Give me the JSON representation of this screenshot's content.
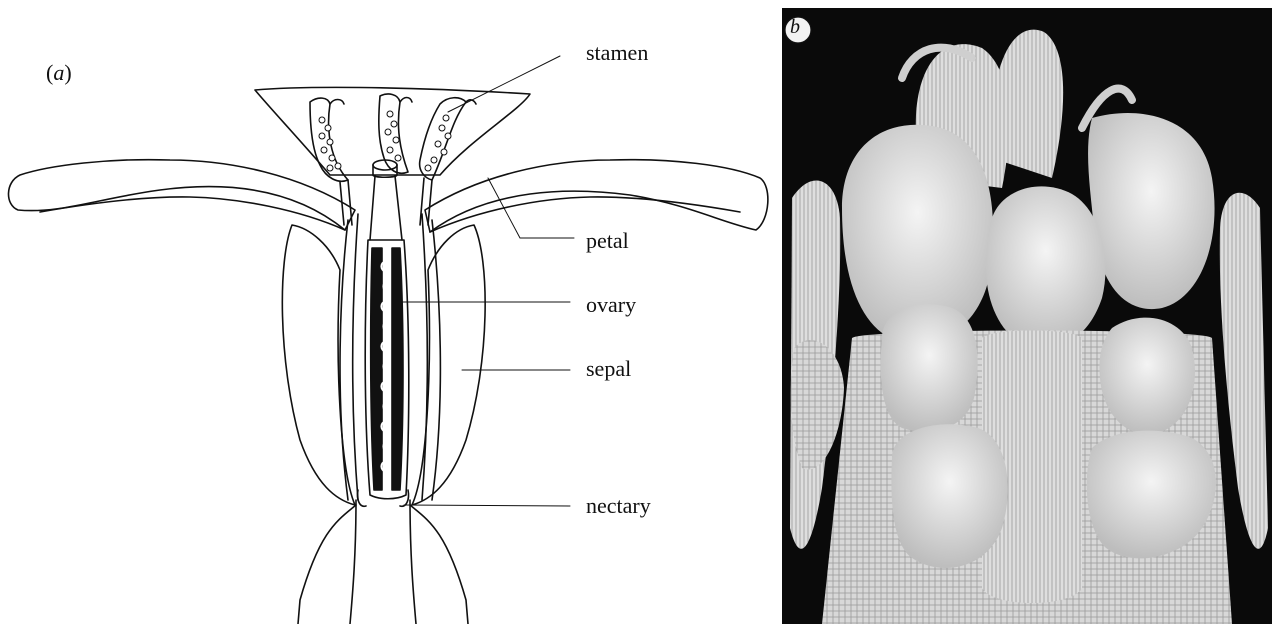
{
  "panel_a": {
    "tag_open": "(",
    "tag_letter": "a",
    "tag_close": ")",
    "labels": {
      "stamen": "stamen",
      "petal": "petal",
      "ovary": "ovary",
      "sepal": "sepal",
      "nectary": "nectary"
    }
  },
  "panel_b": {
    "tag_letter": "b"
  },
  "colors": {
    "ink": "#111111",
    "sem_background": "#0a0a0a",
    "sem_tissue": "#e6e6e6"
  }
}
